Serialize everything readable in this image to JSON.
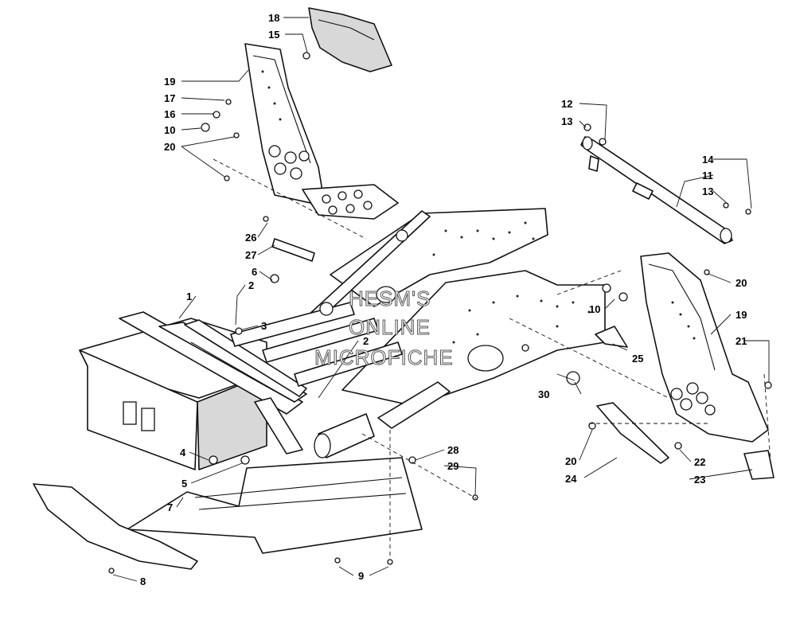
{
  "watermark": {
    "line1": "HESM'S",
    "line2": "ONLINE",
    "line3": "MICROFICHE"
  },
  "callouts": {
    "c1": "1",
    "c2a": "2",
    "c2b": "2",
    "c3": "3",
    "c4": "4",
    "c5": "5",
    "c6": "6",
    "c7": "7",
    "c8": "8",
    "c9": "9",
    "c10a": "10",
    "c10b": "10",
    "c11": "11",
    "c12": "12",
    "c13a": "13",
    "c13b": "13",
    "c14": "14",
    "c15": "15",
    "c16": "16",
    "c17": "17",
    "c18": "18",
    "c19a": "19",
    "c19b": "19",
    "c20a": "20",
    "c20b": "20",
    "c20c": "20",
    "c21": "21",
    "c22": "22",
    "c23": "23",
    "c24": "24",
    "c25": "25",
    "c26": "26",
    "c27": "27",
    "c28": "28",
    "c29": "29",
    "c30": "30"
  }
}
